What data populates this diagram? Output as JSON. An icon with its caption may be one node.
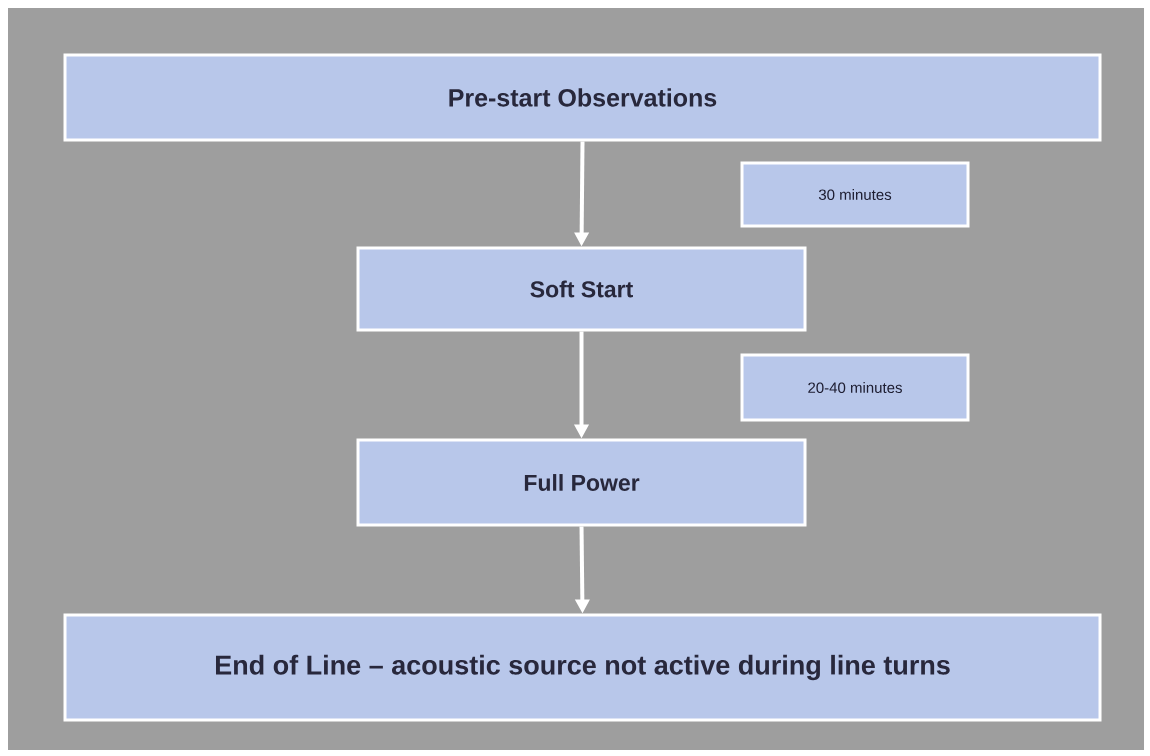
{
  "diagram": {
    "nodes": [
      {
        "text": [
          "Pre-start Observations"
        ]
      },
      {
        "text": [
          "Soft Start"
        ]
      },
      {
        "text": [
          "Full Power"
        ]
      },
      {
        "text": [
          "End of Line – acoustic source not active during line turns"
        ]
      },
      {
        "text": [
          "30 minutes"
        ]
      },
      {
        "text": [
          "20-40 minutes"
        ]
      }
    ],
    "edges": [
      {
        "from": 0,
        "to": 1,
        "arrow": "to"
      },
      {
        "from": 1,
        "to": 2,
        "arrow": "to"
      },
      {
        "from": 2,
        "to": 3,
        "arrow": "to"
      }
    ]
  }
}
